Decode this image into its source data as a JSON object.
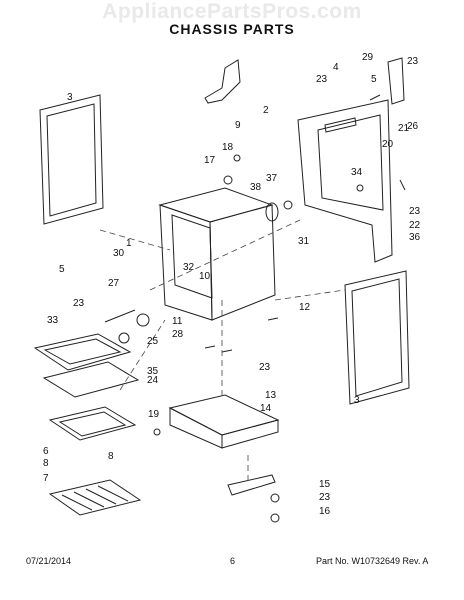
{
  "watermark": "AppliancePartsPros.com",
  "title": "CHASSIS PARTS",
  "footer": {
    "date": "07/21/2014",
    "page": "6",
    "part_no": "Part No. W10732649  Rev. A"
  },
  "callouts": [
    "3",
    "2",
    "9",
    "29",
    "4",
    "23",
    "5",
    "21",
    "26",
    "20",
    "18",
    "17",
    "38",
    "37",
    "34",
    "23",
    "22",
    "36",
    "31",
    "1",
    "30",
    "32",
    "5",
    "10",
    "27",
    "12",
    "23",
    "33",
    "11",
    "28",
    "23",
    "25",
    "35",
    "24",
    "3",
    "13",
    "14",
    "19",
    "6",
    "8",
    "8",
    "7",
    "15",
    "23",
    "16",
    "23"
  ]
}
